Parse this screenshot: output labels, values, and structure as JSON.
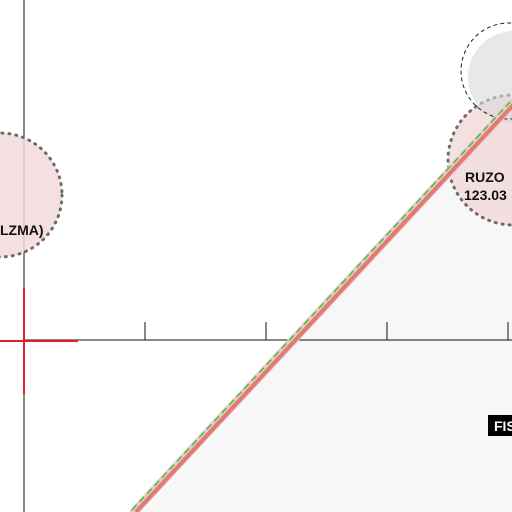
{
  "map": {
    "background": "#ffffff",
    "waypoint_fill": "#f2dada",
    "waypoint_dots": "#6b6b6b",
    "route_color": "#e07a74",
    "route_dash_color": "#2ecc40",
    "crosshair_color": "#e0202a",
    "shaded_area": "#f7f7f8"
  },
  "labels": {
    "left_waypoint": "LZMA)",
    "right_waypoint_name": "RUZO",
    "right_waypoint_freq": "123.03",
    "badge": "FIS"
  },
  "icons": {
    "crosshair": "crosshair-icon",
    "waypoint_marker": "dotted-circle-icon"
  }
}
